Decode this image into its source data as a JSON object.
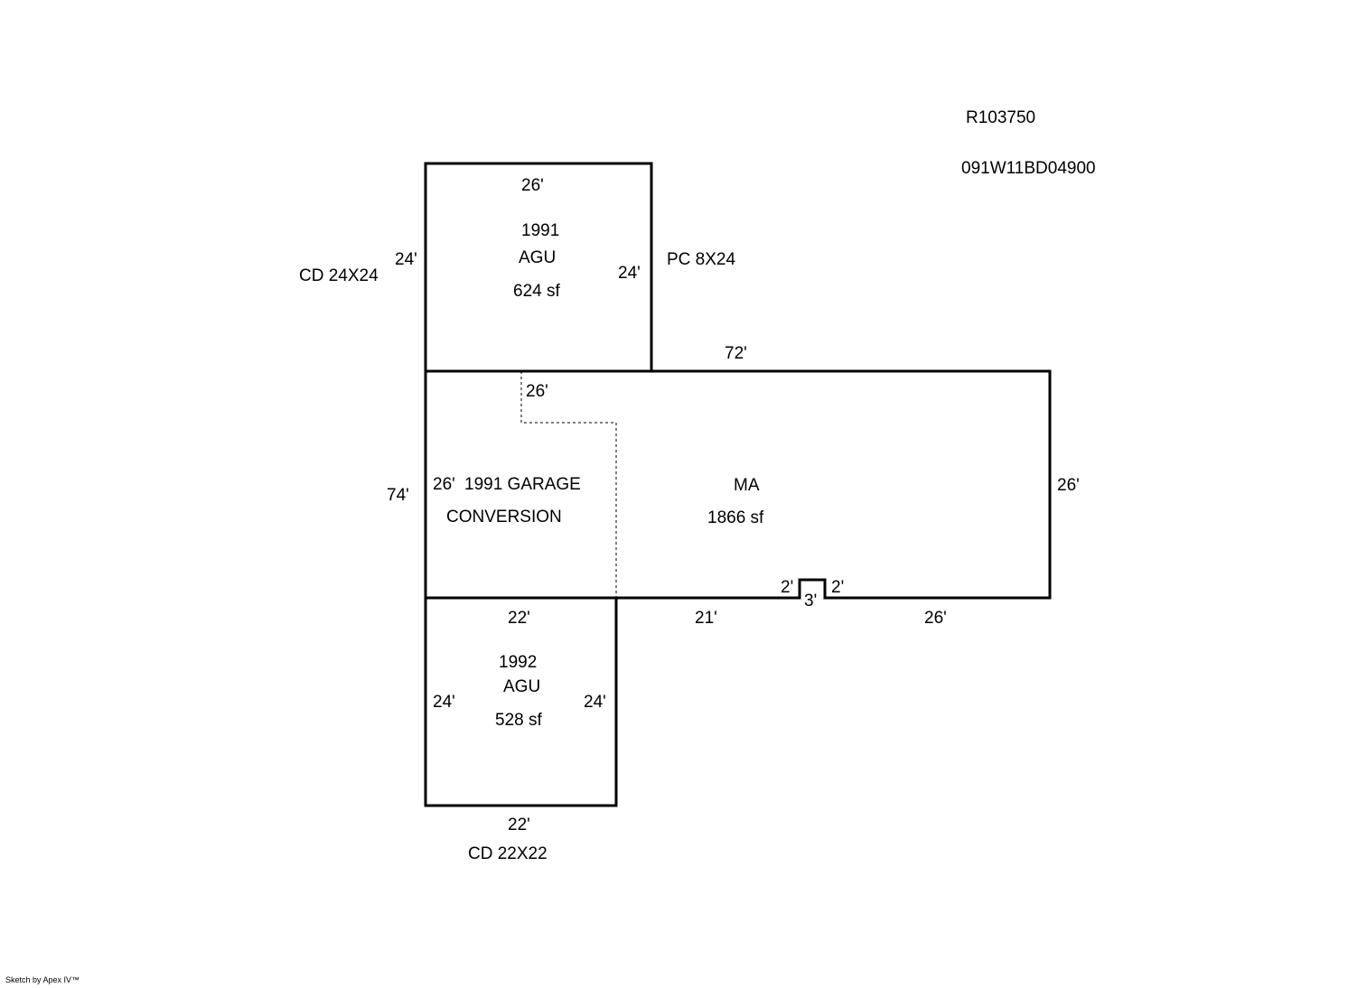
{
  "header": {
    "account_id": "R103750",
    "map_tax_lot": "091W11BD04900"
  },
  "areas": {
    "upper_garage": {
      "year": "1991",
      "code": "AGU",
      "size": "624 sf"
    },
    "main": {
      "code": "MA",
      "size": "1866 sf"
    },
    "conversion": {
      "line1": "1991 GARAGE",
      "line2": "CONVERSION"
    },
    "lower_garage": {
      "year": "1992",
      "code": "AGU",
      "size": "528 sf"
    }
  },
  "annotations": {
    "cd_upper": "CD  24X24",
    "pc": "PC  8X24",
    "cd_lower": "CD  22X22"
  },
  "dimensions": {
    "upper_top": "26'",
    "upper_left": "24'",
    "upper_right": "24'",
    "main_top": "72'",
    "conv_top": "26'",
    "main_left": "74'",
    "conv_left": "26'",
    "main_right": "26'",
    "jog_left": "2'",
    "jog_right": "2'",
    "jog_bottom": "3'",
    "main_bottom_mid": "21'",
    "main_bottom_right": "26'",
    "lower_top": "22'",
    "lower_left": "24'",
    "lower_right": "24'",
    "lower_bottom": "22'"
  },
  "footer": {
    "credit": "Sketch by Apex IV™"
  }
}
